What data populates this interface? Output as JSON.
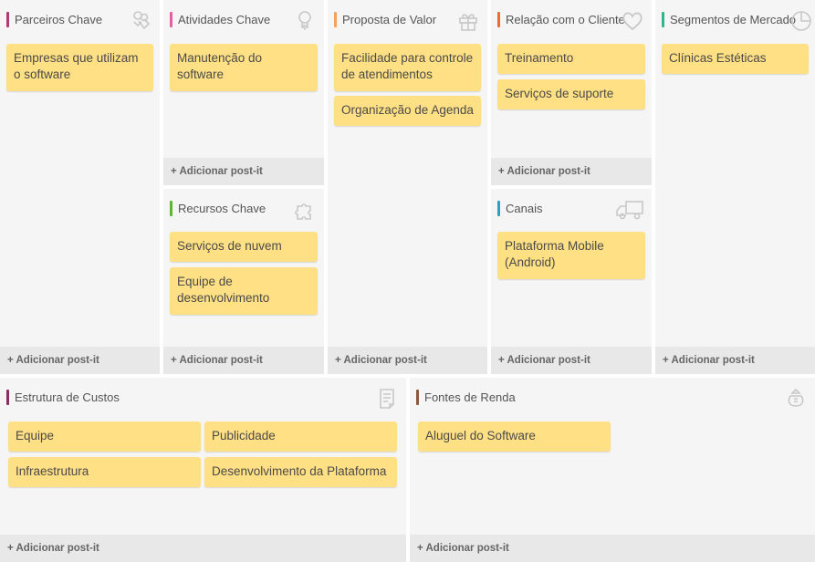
{
  "colors": {
    "parceiros": "#b13a73",
    "atividades": "#e75ea2",
    "recursos": "#5cb72e",
    "proposta": "#f5a25b",
    "relacao": "#ee6a2f",
    "canais": "#2aa2c4",
    "segmentos": "#31b68c",
    "custos": "#8b2d62",
    "fontes": "#8b5a3a",
    "note_bg": "#ffe084",
    "icon": "#c8c8c8"
  },
  "add_label": "+ Adicionar post-it",
  "panels": {
    "parceiros": {
      "title": "Parceiros Chave",
      "icon": "key-partners-icon",
      "notes": [
        "Empresas que utilizam o software"
      ]
    },
    "atividades": {
      "title": "Atividades Chave",
      "icon": "lightbulb-icon",
      "notes": [
        "Manutenção do software"
      ]
    },
    "recursos": {
      "title": "Recursos Chave",
      "icon": "puzzle-icon",
      "notes": [
        "Serviços de nuvem",
        "Equipe de desenvolvimento"
      ]
    },
    "proposta": {
      "title": "Proposta de Valor",
      "icon": "gift-icon",
      "notes": [
        "Facilidade para controle de atendimentos",
        "Organização de Agenda"
      ]
    },
    "relacao": {
      "title": "Relação com o Cliente",
      "icon": "heart-icon",
      "notes": [
        "Treinamento",
        "Serviços de suporte"
      ]
    },
    "canais": {
      "title": "Canais",
      "icon": "truck-icon",
      "notes": [
        "Plataforma Mobile (Android)"
      ]
    },
    "segmentos": {
      "title": "Segmentos de Mercado",
      "icon": "pie-chart-icon",
      "notes": [
        "Clínicas Estéticas"
      ]
    },
    "custos": {
      "title": "Estrutura de Custos",
      "icon": "receipt-icon",
      "notes": [
        "Equipe",
        "Publicidade",
        "Infraestrutura",
        "Desenvolvimento da Plataforma"
      ]
    },
    "fontes": {
      "title": "Fontes de Renda",
      "icon": "money-bag-icon",
      "notes": [
        "Aluguel do Software"
      ]
    }
  }
}
